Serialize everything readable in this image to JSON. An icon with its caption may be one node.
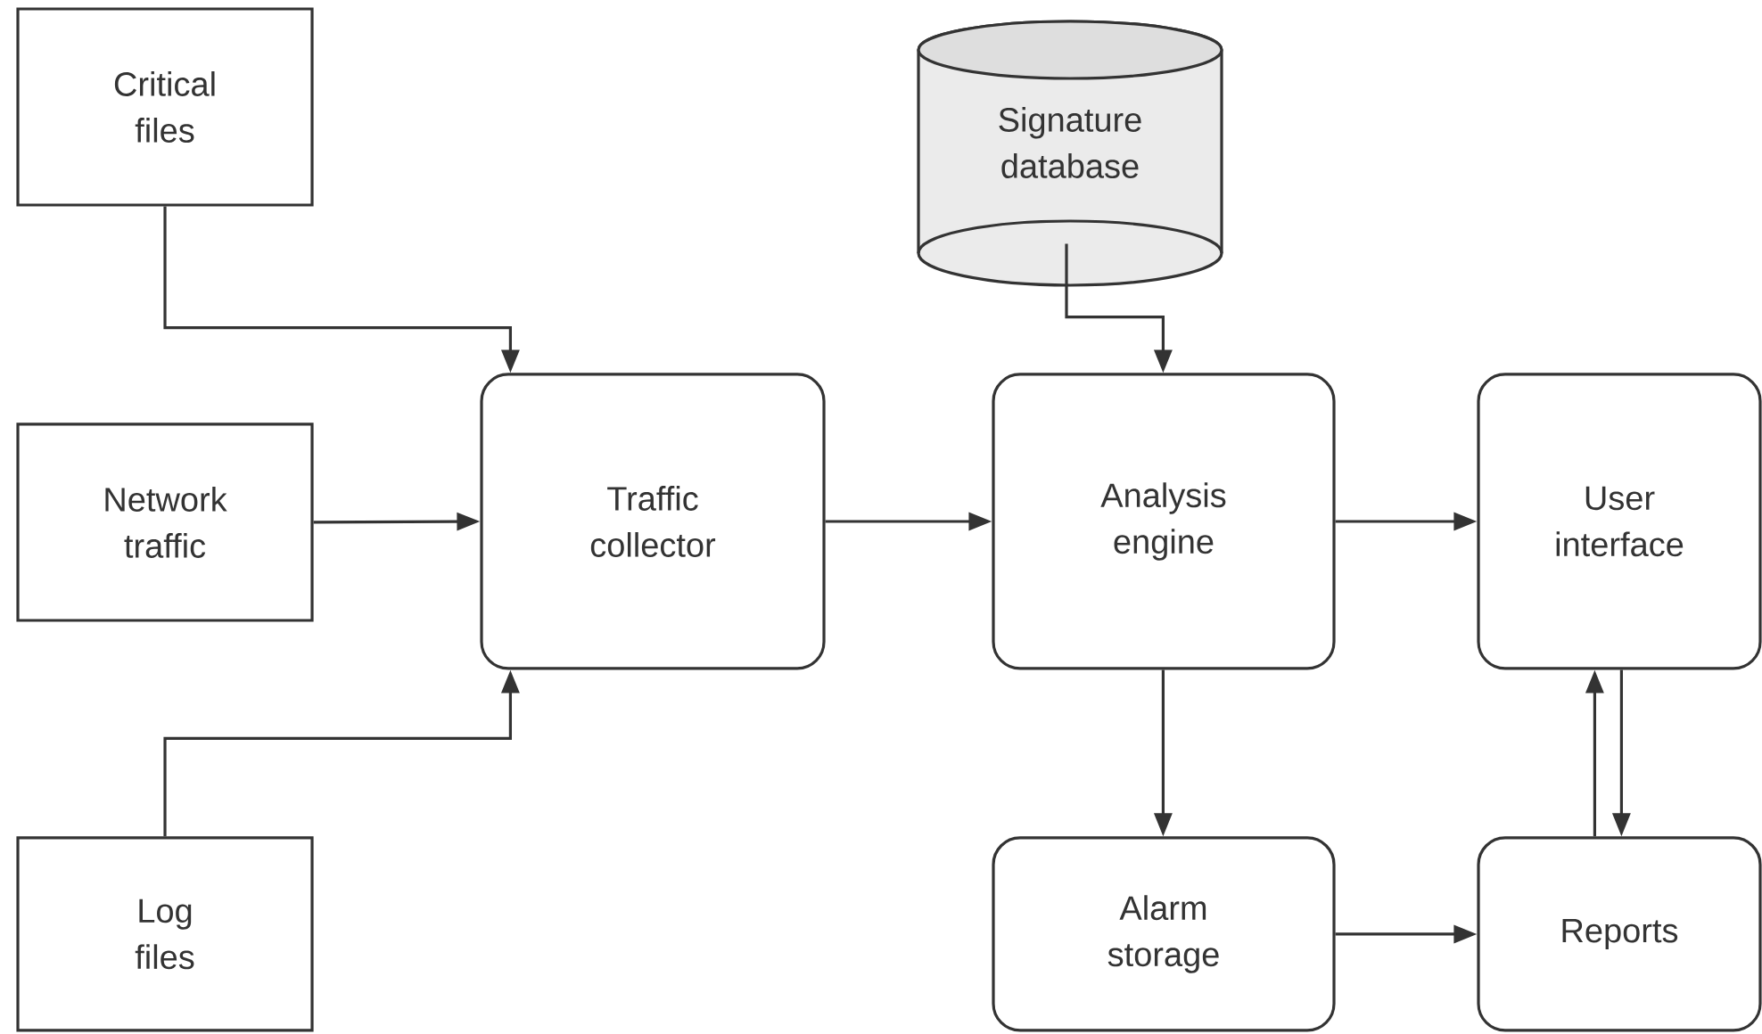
{
  "diagram": {
    "nodes": [
      {
        "text": [
          "Critical files"
        ]
      },
      {
        "text": [
          "Network traffic"
        ]
      },
      {
        "text": [
          "Log files"
        ]
      },
      {
        "text": [
          "Signature database"
        ]
      },
      {
        "text": [
          "Traffic collector"
        ]
      },
      {
        "text": [
          "Analysis engine"
        ]
      },
      {
        "text": [
          "User interface"
        ]
      },
      {
        "text": [
          "Alarm storage"
        ]
      },
      {
        "text": [
          "Reports"
        ]
      }
    ],
    "edges": [
      {
        "from": 0,
        "to": 4,
        "arrow": "to"
      },
      {
        "from": 1,
        "to": 4,
        "arrow": "to"
      },
      {
        "from": 2,
        "to": 4,
        "arrow": "to"
      },
      {
        "from": 3,
        "to": 5,
        "arrow": "to"
      },
      {
        "from": 4,
        "to": 5,
        "arrow": "to"
      },
      {
        "from": 5,
        "to": 6,
        "arrow": "to"
      },
      {
        "from": 5,
        "to": 7,
        "arrow": "to"
      },
      {
        "from": 7,
        "to": 8,
        "arrow": "to"
      },
      {
        "from": 8,
        "to": 6,
        "arrow": "to"
      },
      {
        "from": 6,
        "to": 8,
        "arrow": "to"
      }
    ]
  }
}
